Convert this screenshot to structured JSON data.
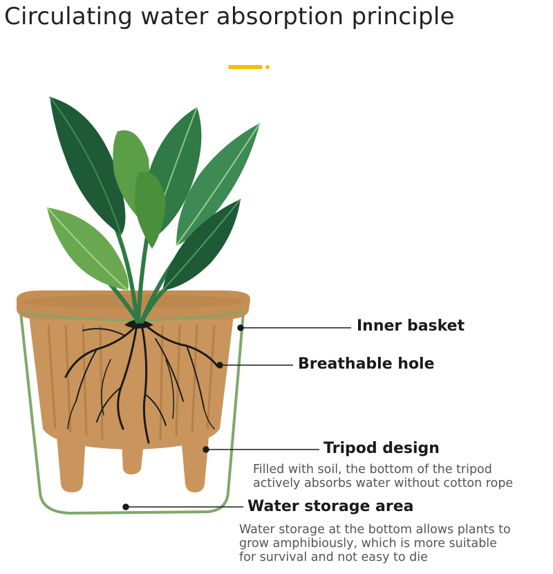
{
  "title": "Circulating water absorption principle",
  "accent_color": "#f2c200",
  "colors": {
    "pot": "#c9955c",
    "pot_dark": "#b07e47",
    "outer_container": "#7fa86a",
    "leaf_dark": "#1f5a37",
    "leaf_mid": "#2f7a45",
    "leaf_light": "#6aa84f",
    "roots": "#1b1b1b"
  },
  "labels": {
    "inner_basket": "Inner basket",
    "breathable_hole": "Breathable hole",
    "tripod_design": "Tripod design",
    "tripod_desc": [
      "Filled with soil, the bottom of the tripod",
      "actively absorbs water without cotton rope"
    ],
    "water_storage": "Water storage area",
    "water_desc": [
      "Water storage at the bottom allows plants to",
      "grow amphibiously, which is more suitable",
      "for survival and not easy to die"
    ]
  }
}
